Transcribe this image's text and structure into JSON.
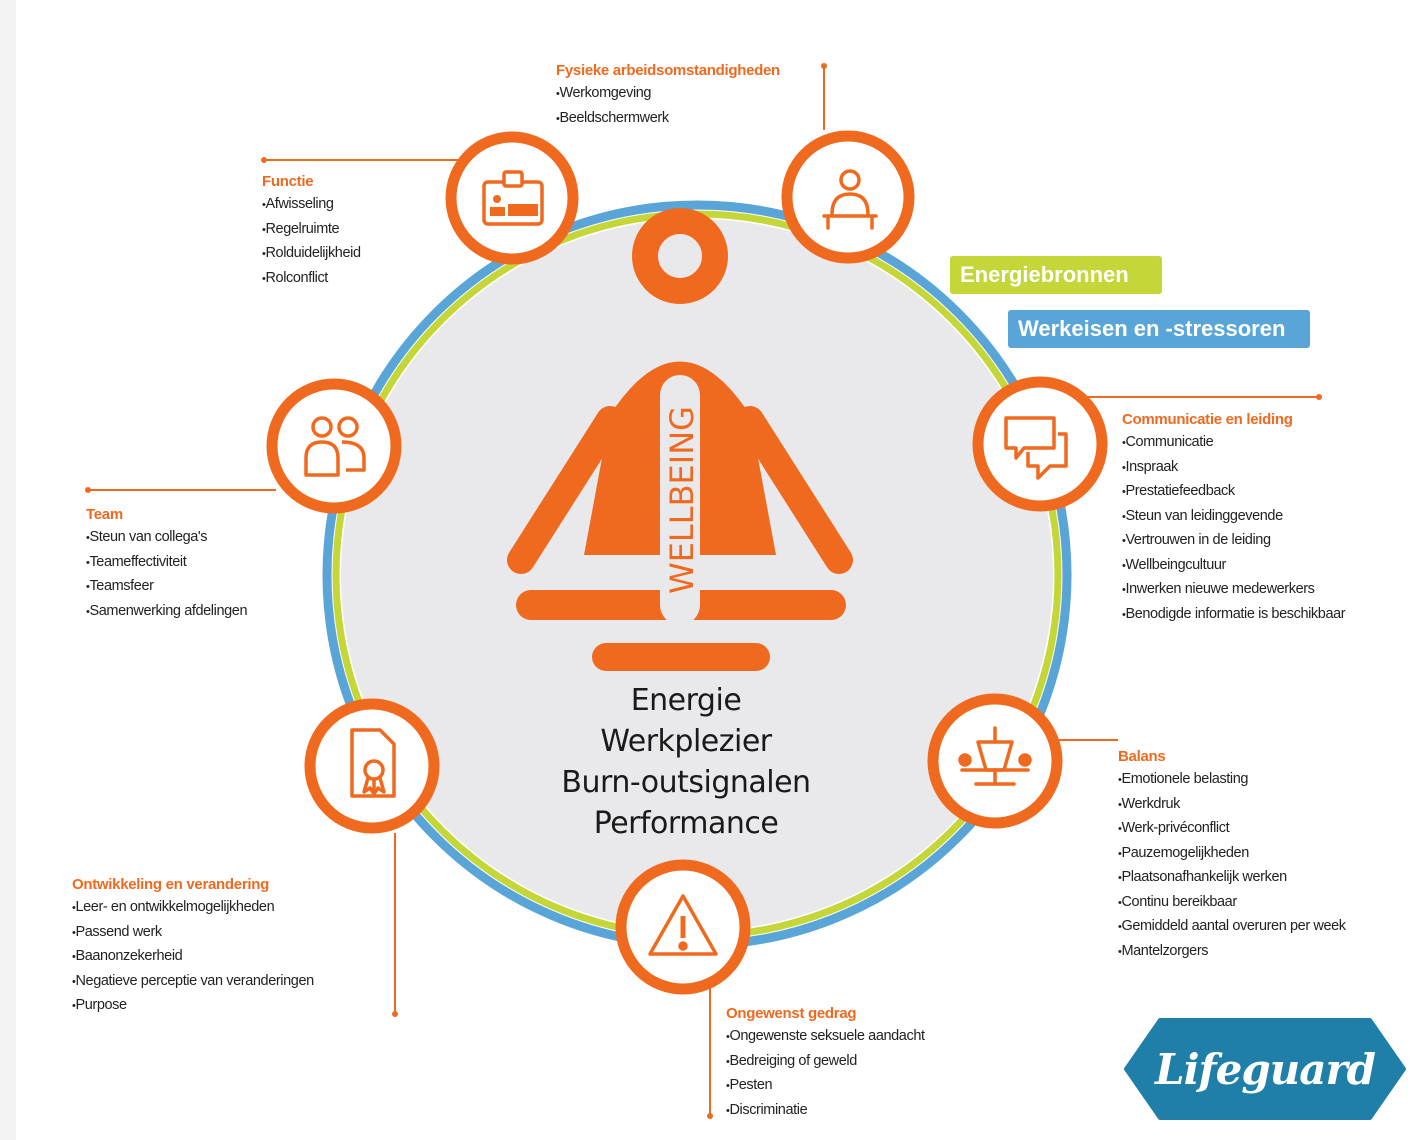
{
  "tags": {
    "energy_sources": "Energiebronnen",
    "demands": "Werkeisen en -stressoren"
  },
  "figure": {
    "label": "WELLBEING"
  },
  "outcomes": [
    "Energie",
    "Werkplezier",
    "Burn-outsignalen",
    "Performance"
  ],
  "factors": [
    {
      "key": "fysiek",
      "title": "Fysieke arbeidsomstandigheden",
      "items": [
        "Werkomgeving",
        "Beeldschermwerk"
      ],
      "icon": "person-at-desk-icon"
    },
    {
      "key": "functie",
      "title": "Functie",
      "items": [
        "Afwisseling",
        "Regelruimte",
        "Rolduidelijkheid",
        "Rolconflict"
      ],
      "icon": "id-badge-icon"
    },
    {
      "key": "communicatie",
      "title": "Communicatie en leiding",
      "items": [
        "Communicatie",
        "Inspraak",
        "Prestatiefeedback",
        "Steun van leidinggevende",
        "Vertrouwen in de leiding",
        "Wellbeingcultuur",
        "Inwerken nieuwe medewerkers",
        "Benodigde informatie is beschikbaar"
      ],
      "icon": "chat-bubbles-icon"
    },
    {
      "key": "team",
      "title": "Team",
      "items": [
        "Steun van collega's",
        "Teameffectiviteit",
        "Teamsfeer",
        "Samenwerking afdelingen"
      ],
      "icon": "people-icon"
    },
    {
      "key": "balans",
      "title": "Balans",
      "items": [
        "Emotionele belasting",
        "Werkdruk",
        "Werk-privéconflict",
        "Pauzemogelijkheden",
        "Plaatsonafhankelijk werken",
        "Continu bereikbaar",
        "Gemiddeld aantal overuren per week",
        "Mantelzorgers"
      ],
      "icon": "balance-scale-icon"
    },
    {
      "key": "ontwikkeling",
      "title": "Ontwikkeling en verandering",
      "items": [
        "Leer- en ontwikkelmogelijkheden",
        "Passend werk",
        "Baanonzekerheid",
        "Negatieve perceptie van veranderingen",
        "Purpose"
      ],
      "icon": "certificate-icon"
    },
    {
      "key": "gedrag",
      "title": "Ongewenst gedrag",
      "items": [
        "Ongewenste seksuele aandacht",
        "Bedreiging of geweld",
        "Pesten",
        "Discriminatie"
      ],
      "icon": "warning-icon"
    }
  ],
  "logo": {
    "text": "Lifeguard"
  },
  "colors": {
    "accent": "#ef6a1f",
    "ring_outer": "#5aa5d8",
    "ring_inner": "#c4d638",
    "disc": "#e9e9ec",
    "logo_bg": "#1f7fa8"
  }
}
